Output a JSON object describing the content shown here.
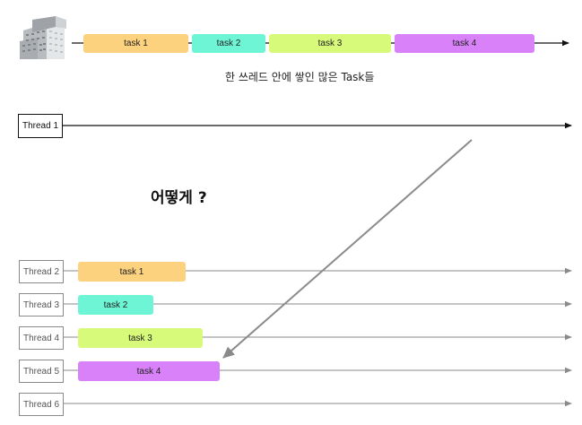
{
  "top_tasks": [
    {
      "label": "task 1",
      "color": "#FDD27F"
    },
    {
      "label": "task 2",
      "color": "#6EF5D6"
    },
    {
      "label": "task 3",
      "color": "#D7FA7B"
    },
    {
      "label": "task 4",
      "color": "#D881F9"
    }
  ],
  "caption": "한 쓰레드 안에 쌓인 많은 Task들",
  "main_thread": {
    "label": "Thread 1"
  },
  "question": "어떻게 ?",
  "threads": [
    {
      "label": "Thread 2",
      "task": "task 1",
      "color": "#FDD27F"
    },
    {
      "label": "Thread 3",
      "task": "task 2",
      "color": "#6EF5D6"
    },
    {
      "label": "Thread 4",
      "task": "task 3",
      "color": "#D7FA7B"
    },
    {
      "label": "Thread 5",
      "task": "task 4",
      "color": "#D881F9"
    },
    {
      "label": "Thread 6",
      "task": ""
    }
  ],
  "colors": {
    "main_line": "#111111",
    "sub_line": "#8a8a8a",
    "diagonal_arrow": "#8a8a8a"
  },
  "icons": {
    "building": "office-building-icon"
  }
}
